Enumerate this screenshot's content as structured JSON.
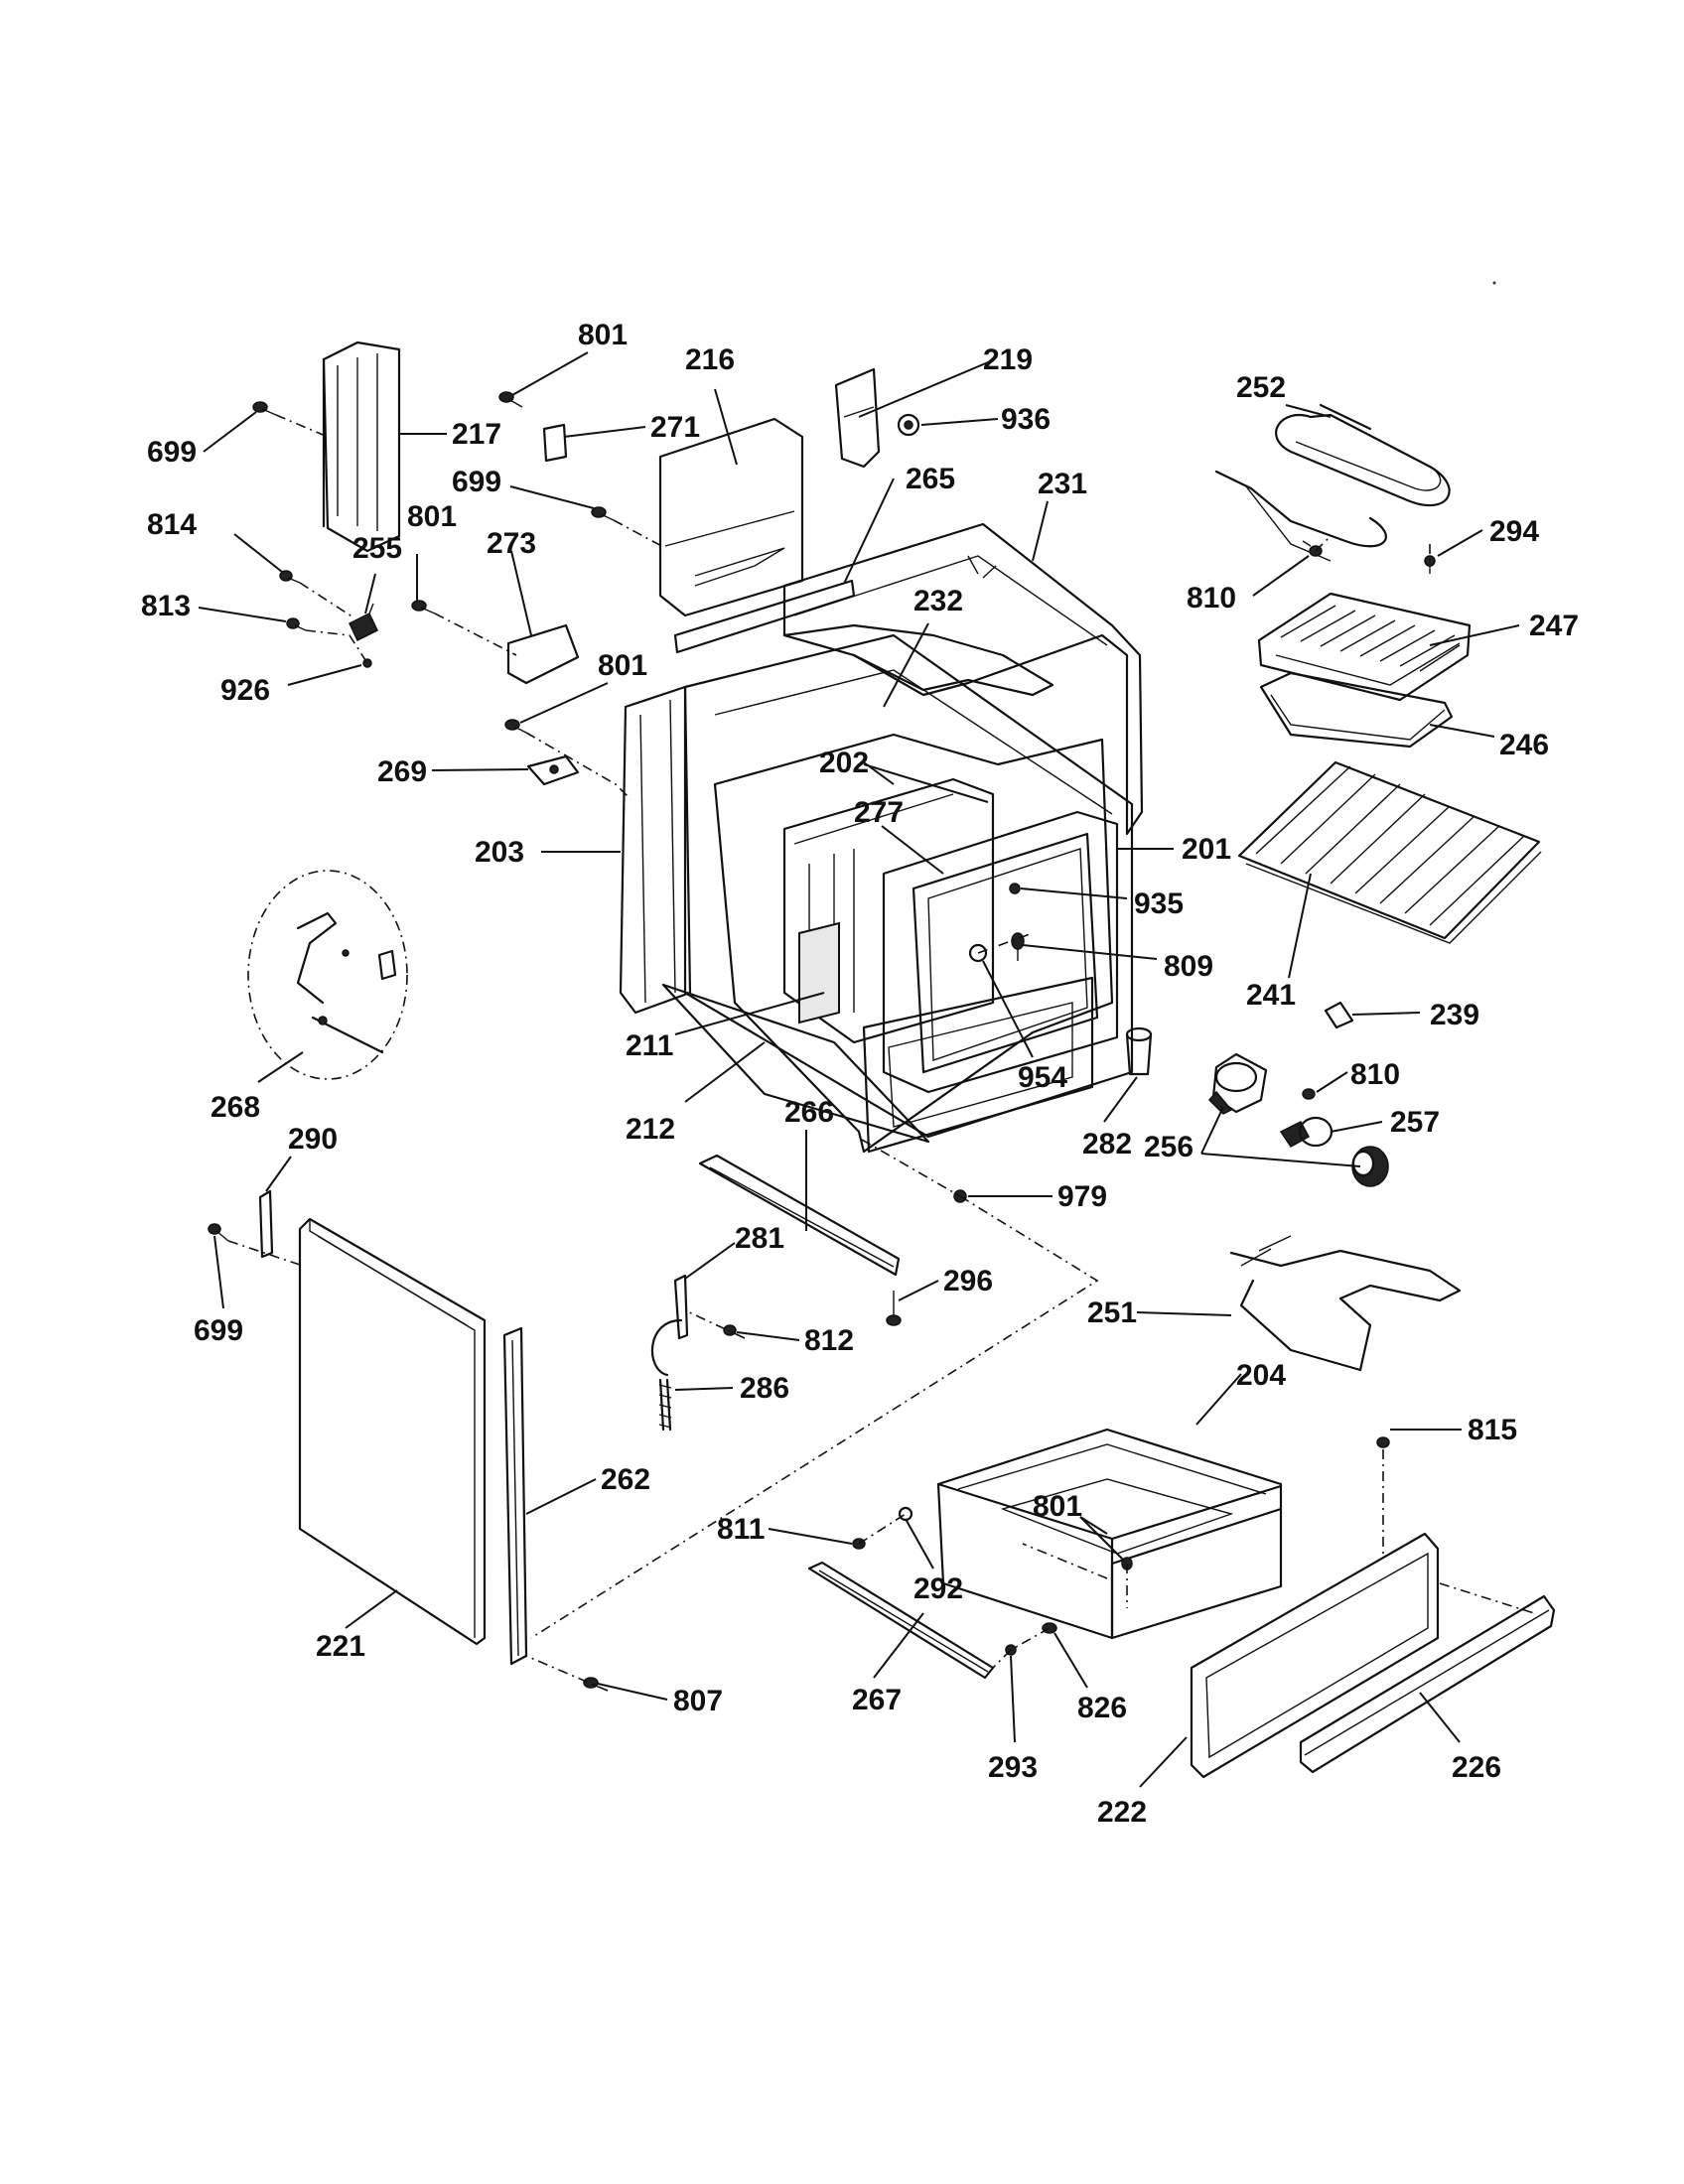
{
  "labels": {
    "l801a": "801",
    "l216": "216",
    "l219": "219",
    "l936": "936",
    "l699a": "699",
    "l217": "217",
    "l271": "271",
    "l699b": "699",
    "l265": "265",
    "l231": "231",
    "l252": "252",
    "l294": "294",
    "l814": "814",
    "l255": "255",
    "l801b": "801",
    "l273": "273",
    "l813": "813",
    "l926": "926",
    "l801c": "801",
    "l232": "232",
    "l810a": "810",
    "l247": "247",
    "l246": "246",
    "l269": "269",
    "l202": "202",
    "l277": "277",
    "l203": "203",
    "l201": "201",
    "l935": "935",
    "l809": "809",
    "l241": "241",
    "l239": "239",
    "l211": "211",
    "l954": "954",
    "l810b": "810",
    "l257": "257",
    "l268": "268",
    "l212": "212",
    "l266": "266",
    "l282": "282",
    "l256": "256",
    "l290": "290",
    "l979": "979",
    "l281": "281",
    "l296": "296",
    "l699c": "699",
    "l251": "251",
    "l812": "812",
    "l286": "286",
    "l204": "204",
    "l815": "815",
    "l262": "262",
    "l811": "811",
    "l801d": "801",
    "l292": "292",
    "l221": "221",
    "l807": "807",
    "l267": "267",
    "l826": "826",
    "l293": "293",
    "l226": "226",
    "l222": "222"
  }
}
